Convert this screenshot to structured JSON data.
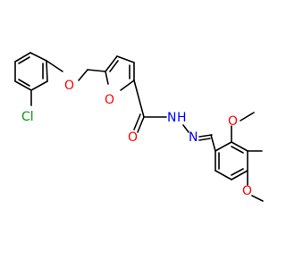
{
  "atoms": {
    "cl": "Cl",
    "o_ether": "O",
    "o_furan": "O",
    "o_carbonyl": "O",
    "nh": "N",
    "h": "H",
    "n_imine": "N",
    "o_methoxy_top": "O",
    "o_methoxy_bottom": "O"
  },
  "colors": {
    "bond": "#000000",
    "oxygen": "#ff0000",
    "nitrogen": "#0000ff",
    "chlorine": "#00a000"
  }
}
